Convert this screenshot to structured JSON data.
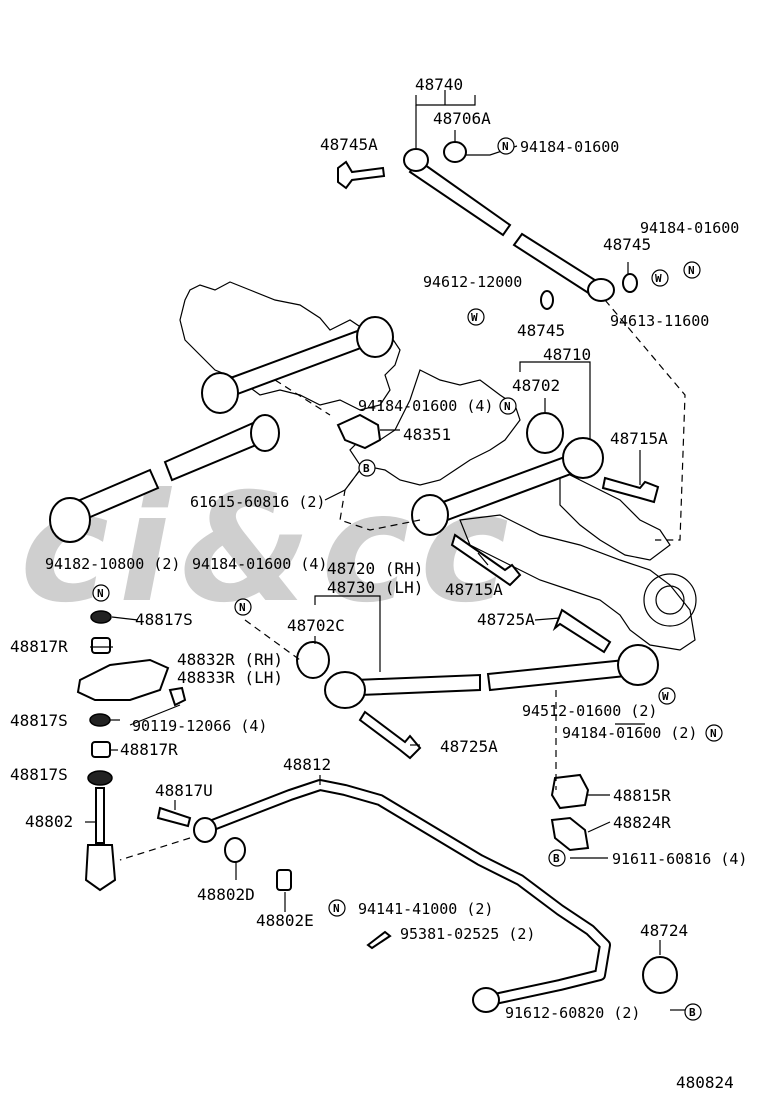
{
  "diagram_id": "480824",
  "watermark": "ci&cc",
  "labels": {
    "p48740": "48740",
    "p48706A": "48706A",
    "p48745A": "48745A",
    "p94184_01600_top": "94184-01600",
    "p94184_01600_right": "94184-01600",
    "p48745_right": "48745",
    "p94612_12000": "94612-12000",
    "p48745_mid": "48745",
    "p94613_11600": "94613-11600",
    "p48710": "48710",
    "p48702": "48702",
    "p94184_01600_4_a": "94184-01600 (4)",
    "p48351": "48351",
    "p48715A_right": "48715A",
    "p61615_60816": "61615-60816 (2)",
    "p94182_10800": "94182-10800 (2)",
    "p94184_01600_4_b": "94184-01600 (4)",
    "p48720": "48720 (RH)",
    "p48730": "48730 (LH)",
    "p48715A_mid": "48715A",
    "p48817S_a": "48817S",
    "p48702C": "48702C",
    "p48725A_top": "48725A",
    "p48817R_a": "48817R",
    "p48832R": "48832R (RH)",
    "p48833R": "48833R (LH)",
    "p48817S_b": "48817S",
    "p90119_12066": "90119-12066 (4)",
    "p94512_01600": "94512-01600 (2)",
    "p48725A_bottom": "48725A",
    "p94184_01600_2": "94184-01600 (2)",
    "p48817R_b": "48817R",
    "p48812": "48812",
    "p48817S_c": "48817S",
    "p48817U": "48817U",
    "p48815R": "48815R",
    "p48802": "48802",
    "p48824R": "48824R",
    "p91611_60816": "91611-60816 (4)",
    "p48802D": "48802D",
    "p48802E": "48802E",
    "p94141_41000": "94141-41000 (2)",
    "p95381_02525": "95381-02525 (2)",
    "p48724": "48724",
    "p91612_60820": "91612-60820 (2)"
  },
  "symbols": {
    "n": "N",
    "w": "W",
    "b": "B"
  }
}
